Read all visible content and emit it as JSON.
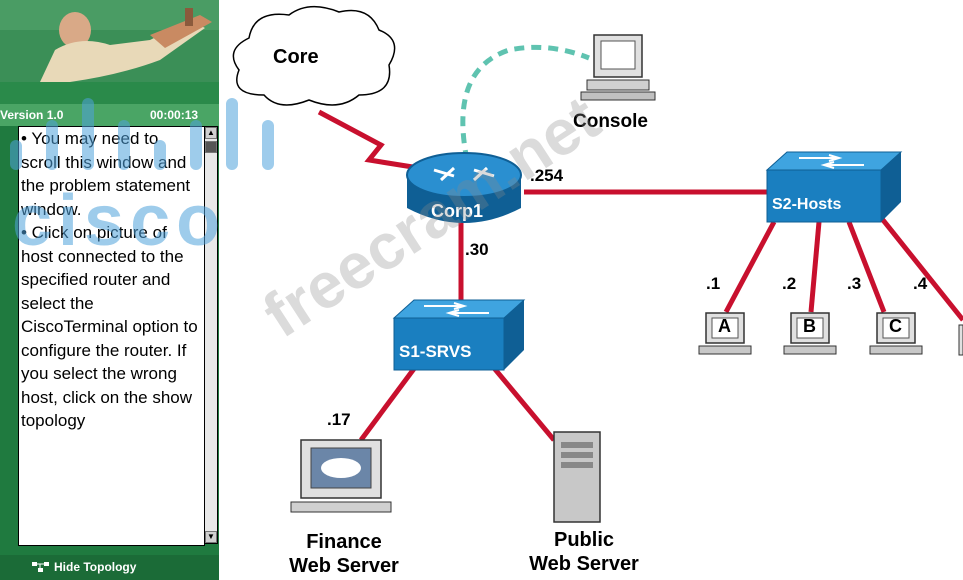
{
  "sidebar": {
    "version": "Version 1.0",
    "timer": "00:00:13",
    "instructions": [
      "• You may need to scroll this window and the problem statement window.",
      "• Click on picture of host connected to the specified router and select the CiscoTerminal option to configure the router. If you select the wrong host, click on the show topology"
    ],
    "hide_topology_label": "Hide Topology"
  },
  "topology": {
    "cloud_label": "Core",
    "router_label": "Corp1",
    "console_label": "Console",
    "switch1_label": "S1-SRVS",
    "switch2_label": "S2-Hosts",
    "router_s2_ip": ".254",
    "router_s1_ip": ".30",
    "finance_ip": ".17",
    "finance_label_1": "Finance",
    "finance_label_2": "Web Server",
    "public_label_1": "Public",
    "public_label_2": "Web Server",
    "hosts": [
      {
        "ip": ".1",
        "label": "A"
      },
      {
        "ip": ".2",
        "label": "B"
      },
      {
        "ip": ".3",
        "label": "C"
      },
      {
        "ip": ".4",
        "label": ""
      }
    ]
  },
  "watermarks": {
    "logo_text": "cisco",
    "site_text": "freecram.net"
  },
  "colors": {
    "sidebar_green": "#1f7a3f",
    "link_red": "#c8102e",
    "device_blue": "#1a7fc0",
    "console_cable": "#5fc3b0"
  }
}
